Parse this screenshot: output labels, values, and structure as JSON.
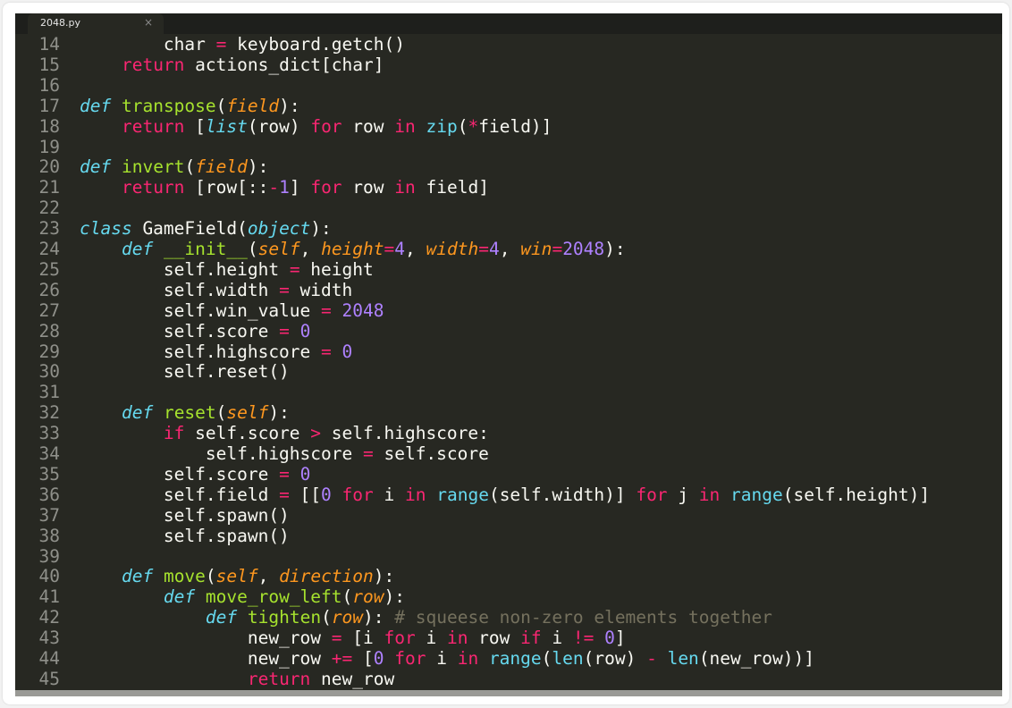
{
  "tab": {
    "title": "2048.py",
    "close": "×"
  },
  "colors": {
    "background": "#272822",
    "keyword": "#f92672",
    "storage": "#66d9ef",
    "function": "#a6e22e",
    "parameter": "#fd971f",
    "number": "#ae81ff",
    "comment": "#75715e"
  },
  "editor": {
    "lines": [
      {
        "num": "14",
        "tokens": [
          [
            "t",
            "        char "
          ],
          [
            "k",
            "="
          ],
          [
            "t",
            " keyboard.getch()"
          ]
        ]
      },
      {
        "num": "15",
        "tokens": [
          [
            "t",
            "    "
          ],
          [
            "k",
            "return"
          ],
          [
            "t",
            " actions_dict[char]"
          ]
        ]
      },
      {
        "num": "16",
        "tokens": []
      },
      {
        "num": "17",
        "tokens": [
          [
            "d",
            "def"
          ],
          [
            "t",
            " "
          ],
          [
            "f",
            "transpose"
          ],
          [
            "t",
            "("
          ],
          [
            "p",
            "field"
          ],
          [
            "t",
            "):"
          ]
        ]
      },
      {
        "num": "18",
        "tokens": [
          [
            "t",
            "    "
          ],
          [
            "k",
            "return"
          ],
          [
            "t",
            " ["
          ],
          [
            "i",
            "list"
          ],
          [
            "t",
            "(row) "
          ],
          [
            "k",
            "for"
          ],
          [
            "t",
            " row "
          ],
          [
            "k",
            "in"
          ],
          [
            "t",
            " "
          ],
          [
            "b",
            "zip"
          ],
          [
            "t",
            "("
          ],
          [
            "k",
            "*"
          ],
          [
            "t",
            "field)]"
          ]
        ]
      },
      {
        "num": "19",
        "tokens": []
      },
      {
        "num": "20",
        "tokens": [
          [
            "d",
            "def"
          ],
          [
            "t",
            " "
          ],
          [
            "f",
            "invert"
          ],
          [
            "t",
            "("
          ],
          [
            "p",
            "field"
          ],
          [
            "t",
            "):"
          ]
        ]
      },
      {
        "num": "21",
        "tokens": [
          [
            "t",
            "    "
          ],
          [
            "k",
            "return"
          ],
          [
            "t",
            " [row[::"
          ],
          [
            "k",
            "-"
          ],
          [
            "n",
            "1"
          ],
          [
            "t",
            "] "
          ],
          [
            "k",
            "for"
          ],
          [
            "t",
            " row "
          ],
          [
            "k",
            "in"
          ],
          [
            "t",
            " field]"
          ]
        ]
      },
      {
        "num": "22",
        "tokens": []
      },
      {
        "num": "23",
        "tokens": [
          [
            "d",
            "class"
          ],
          [
            "t",
            " GameField("
          ],
          [
            "i",
            "object"
          ],
          [
            "t",
            "):"
          ]
        ]
      },
      {
        "num": "24",
        "tokens": [
          [
            "t",
            "    "
          ],
          [
            "d",
            "def"
          ],
          [
            "t",
            " "
          ],
          [
            "f",
            "__init__"
          ],
          [
            "t",
            "("
          ],
          [
            "p",
            "self"
          ],
          [
            "t",
            ", "
          ],
          [
            "p",
            "height"
          ],
          [
            "k",
            "="
          ],
          [
            "n",
            "4"
          ],
          [
            "t",
            ", "
          ],
          [
            "p",
            "width"
          ],
          [
            "k",
            "="
          ],
          [
            "n",
            "4"
          ],
          [
            "t",
            ", "
          ],
          [
            "p",
            "win"
          ],
          [
            "k",
            "="
          ],
          [
            "n",
            "2048"
          ],
          [
            "t",
            "):"
          ]
        ]
      },
      {
        "num": "25",
        "tokens": [
          [
            "t",
            "        self.height "
          ],
          [
            "k",
            "="
          ],
          [
            "t",
            " height"
          ]
        ]
      },
      {
        "num": "26",
        "tokens": [
          [
            "t",
            "        self.width "
          ],
          [
            "k",
            "="
          ],
          [
            "t",
            " width"
          ]
        ]
      },
      {
        "num": "27",
        "tokens": [
          [
            "t",
            "        self.win_value "
          ],
          [
            "k",
            "="
          ],
          [
            "t",
            " "
          ],
          [
            "n",
            "2048"
          ]
        ]
      },
      {
        "num": "28",
        "tokens": [
          [
            "t",
            "        self.score "
          ],
          [
            "k",
            "="
          ],
          [
            "t",
            " "
          ],
          [
            "n",
            "0"
          ]
        ]
      },
      {
        "num": "29",
        "tokens": [
          [
            "t",
            "        self.highscore "
          ],
          [
            "k",
            "="
          ],
          [
            "t",
            " "
          ],
          [
            "n",
            "0"
          ]
        ]
      },
      {
        "num": "30",
        "tokens": [
          [
            "t",
            "        self.reset()"
          ]
        ]
      },
      {
        "num": "31",
        "tokens": []
      },
      {
        "num": "32",
        "tokens": [
          [
            "t",
            "    "
          ],
          [
            "d",
            "def"
          ],
          [
            "t",
            " "
          ],
          [
            "f",
            "reset"
          ],
          [
            "t",
            "("
          ],
          [
            "p",
            "self"
          ],
          [
            "t",
            "):"
          ]
        ]
      },
      {
        "num": "33",
        "tokens": [
          [
            "t",
            "        "
          ],
          [
            "k",
            "if"
          ],
          [
            "t",
            " self.score "
          ],
          [
            "k",
            ">"
          ],
          [
            "t",
            " self.highscore:"
          ]
        ]
      },
      {
        "num": "34",
        "tokens": [
          [
            "t",
            "            self.highscore "
          ],
          [
            "k",
            "="
          ],
          [
            "t",
            " self.score"
          ]
        ]
      },
      {
        "num": "35",
        "tokens": [
          [
            "t",
            "        self.score "
          ],
          [
            "k",
            "="
          ],
          [
            "t",
            " "
          ],
          [
            "n",
            "0"
          ]
        ]
      },
      {
        "num": "36",
        "tokens": [
          [
            "t",
            "        self.field "
          ],
          [
            "k",
            "="
          ],
          [
            "t",
            " [["
          ],
          [
            "n",
            "0"
          ],
          [
            "t",
            " "
          ],
          [
            "k",
            "for"
          ],
          [
            "t",
            " i "
          ],
          [
            "k",
            "in"
          ],
          [
            "t",
            " "
          ],
          [
            "b",
            "range"
          ],
          [
            "t",
            "(self.width)] "
          ],
          [
            "k",
            "for"
          ],
          [
            "t",
            " j "
          ],
          [
            "k",
            "in"
          ],
          [
            "t",
            " "
          ],
          [
            "b",
            "range"
          ],
          [
            "t",
            "(self.height)]"
          ]
        ]
      },
      {
        "num": "37",
        "tokens": [
          [
            "t",
            "        self.spawn()"
          ]
        ]
      },
      {
        "num": "38",
        "tokens": [
          [
            "t",
            "        self.spawn()"
          ]
        ]
      },
      {
        "num": "39",
        "tokens": []
      },
      {
        "num": "40",
        "tokens": [
          [
            "t",
            "    "
          ],
          [
            "d",
            "def"
          ],
          [
            "t",
            " "
          ],
          [
            "f",
            "move"
          ],
          [
            "t",
            "("
          ],
          [
            "p",
            "self"
          ],
          [
            "t",
            ", "
          ],
          [
            "p",
            "direction"
          ],
          [
            "t",
            "):"
          ]
        ]
      },
      {
        "num": "41",
        "tokens": [
          [
            "t",
            "        "
          ],
          [
            "d",
            "def"
          ],
          [
            "t",
            " "
          ],
          [
            "f",
            "move_row_left"
          ],
          [
            "t",
            "("
          ],
          [
            "p",
            "row"
          ],
          [
            "t",
            "):"
          ]
        ]
      },
      {
        "num": "42",
        "tokens": [
          [
            "t",
            "            "
          ],
          [
            "d",
            "def"
          ],
          [
            "t",
            " "
          ],
          [
            "f",
            "tighten"
          ],
          [
            "t",
            "("
          ],
          [
            "p",
            "row"
          ],
          [
            "t",
            "): "
          ],
          [
            "c",
            "# squeese non-zero elements together"
          ]
        ]
      },
      {
        "num": "43",
        "tokens": [
          [
            "t",
            "                new_row "
          ],
          [
            "k",
            "="
          ],
          [
            "t",
            " [i "
          ],
          [
            "k",
            "for"
          ],
          [
            "t",
            " i "
          ],
          [
            "k",
            "in"
          ],
          [
            "t",
            " row "
          ],
          [
            "k",
            "if"
          ],
          [
            "t",
            " i "
          ],
          [
            "k",
            "!="
          ],
          [
            "t",
            " "
          ],
          [
            "n",
            "0"
          ],
          [
            "t",
            "]"
          ]
        ]
      },
      {
        "num": "44",
        "tokens": [
          [
            "t",
            "                new_row "
          ],
          [
            "k",
            "+="
          ],
          [
            "t",
            " ["
          ],
          [
            "n",
            "0"
          ],
          [
            "t",
            " "
          ],
          [
            "k",
            "for"
          ],
          [
            "t",
            " i "
          ],
          [
            "k",
            "in"
          ],
          [
            "t",
            " "
          ],
          [
            "b",
            "range"
          ],
          [
            "t",
            "("
          ],
          [
            "b",
            "len"
          ],
          [
            "t",
            "(row) "
          ],
          [
            "k",
            "-"
          ],
          [
            "t",
            " "
          ],
          [
            "b",
            "len"
          ],
          [
            "t",
            "(new_row))]"
          ]
        ]
      },
      {
        "num": "45",
        "tokens": [
          [
            "t",
            "                "
          ],
          [
            "k",
            "return"
          ],
          [
            "t",
            " new_row"
          ]
        ]
      }
    ]
  }
}
